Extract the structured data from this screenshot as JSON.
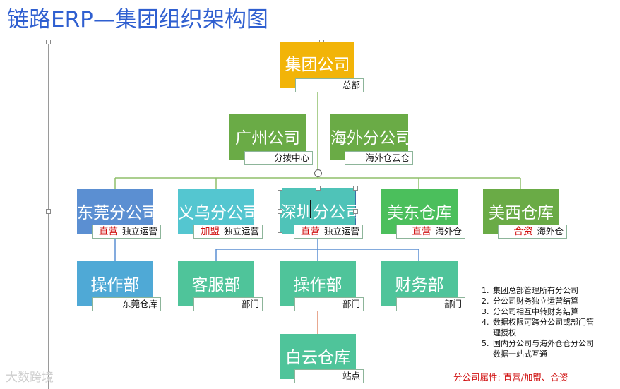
{
  "title": "链路ERP—集团组织架构图",
  "nodes": {
    "hq": {
      "name": "集团公司",
      "tag": "总部"
    },
    "guangzhou": {
      "name": "广州公司",
      "tag": "分拨中心"
    },
    "overseas": {
      "name": "海外分公司",
      "tag": "海外仓云仓"
    },
    "dongguan": {
      "name": "东莞分公司",
      "attr": "直营",
      "tag": "独立运营"
    },
    "yiwu": {
      "name": "义乌分公司",
      "attr": "加盟",
      "tag": "独立运营"
    },
    "shenzhen": {
      "name": "深圳分公司",
      "attr": "直营",
      "tag": "独立运营"
    },
    "us_east": {
      "name": "美东仓库",
      "attr": "直营",
      "tag": "海外仓"
    },
    "us_west": {
      "name": "美西仓库",
      "attr": "合资",
      "tag": "海外仓"
    },
    "dg_ops": {
      "name": "操作部",
      "tag": "东莞仓库"
    },
    "cs": {
      "name": "客服部",
      "tag": "部门"
    },
    "ops": {
      "name": "操作部",
      "tag": "部门"
    },
    "finance": {
      "name": "财务部",
      "tag": "部门"
    },
    "baiyun": {
      "name": "白云仓库",
      "tag": "站点"
    }
  },
  "notes": [
    "集团总部管理所有分公司",
    "分公司财务独立运营结算",
    "分公司相互中转财务结算",
    "数据权限可跨分公司或部门管理授权",
    "国内分公司与海外仓仓分公司数据一站式互通"
  ],
  "legend": "分公司属性:  直营/加盟、合资",
  "watermark": "大数跨境",
  "colors": {
    "title": "#2f5fd0",
    "hq": "#f2b408",
    "green": "#6aab46",
    "attr_red": "#d01010"
  }
}
